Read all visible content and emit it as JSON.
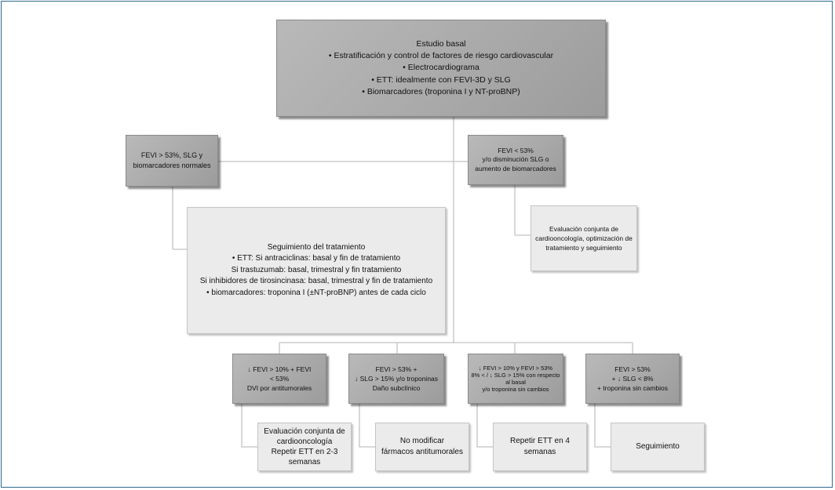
{
  "basal": {
    "title": "Estudio basal",
    "items": [
      "• Estratificación y control de factores de riesgo cardiovascular",
      "• Electrocardiograma",
      "• ETT: idealmente con FEVI-3D y SLG",
      "• Biomarcadores (troponina I y NT-proBNP)"
    ]
  },
  "normal": {
    "lines": [
      "FEVI > 53%, SLG y",
      "biomarcadores normales"
    ]
  },
  "abnormal": {
    "lines": [
      "FEVI < 53%",
      "y/o disminución  SLG o",
      "aumento de biomarcadores"
    ]
  },
  "joint_eval": {
    "lines": [
      "Evaluación conjunta de",
      "cardiooncología, optimización de",
      "tratamiento y seguimiento"
    ]
  },
  "followup": {
    "title": "Seguimiento  del tratamiento",
    "lines": [
      "• ETT: Si antraciclinas:  basal y fin de tratamiento",
      "Si trastuzumab: basal, trimestral y fin tratamiento",
      "Si inhibidores de tirosincinasa: basal, trimestral y fin de tratamiento",
      "• biomarcadores: troponina I (±NT-proBNP) antes de cada ciclo"
    ]
  },
  "criteria": [
    {
      "lines": [
        "↓ FEVI > 10% + FEVI",
        "< 53%",
        "DVI por antitumorales"
      ]
    },
    {
      "lines": [
        "FEVI > 53% +",
        "↓ SLG > 15% y/o troponinas",
        "Daño subclínico"
      ]
    },
    {
      "lines": [
        "↓ FEVI > 10% y FEVI > 53%",
        "8% < / ↓ SLG > 15% con respecto",
        "al basal",
        "y/o troponina  sin cambios"
      ]
    },
    {
      "lines": [
        "FEVI > 53%",
        "+ ↓ SLG < 8%",
        "+ troponina sin cambios"
      ]
    }
  ],
  "results": [
    {
      "lines": [
        "Evaluación conjunta de",
        "cardiooncología",
        "Repetir ETT en 2-3",
        "semanas"
      ]
    },
    {
      "lines": [
        "No modificar",
        "fármacos antitumorales"
      ]
    },
    {
      "lines": [
        "Repetir ETT en 4",
        "semanas"
      ]
    },
    {
      "lines": [
        "Seguimiento"
      ]
    }
  ]
}
